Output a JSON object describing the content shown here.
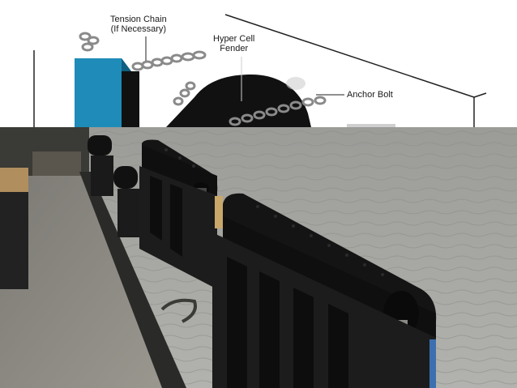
{
  "diagram": {
    "labels": {
      "tension_chain_line1": "Tension Chain",
      "tension_chain_line2": "(If Necessary)",
      "fender_line1": "Hyper Cell",
      "fender_line2": "Fender",
      "anchor_bolt": "Anchor Bolt"
    },
    "colors": {
      "panel_blue": "#1f8bb8",
      "fender_black": "#111111",
      "chain_grey": "#8a8a8a"
    }
  },
  "photo": {
    "colors": {
      "water": "#a9a9a5",
      "concrete": "#8f8c85",
      "fender_black": "#121212",
      "frame_black": "#1b1b1b"
    }
  }
}
